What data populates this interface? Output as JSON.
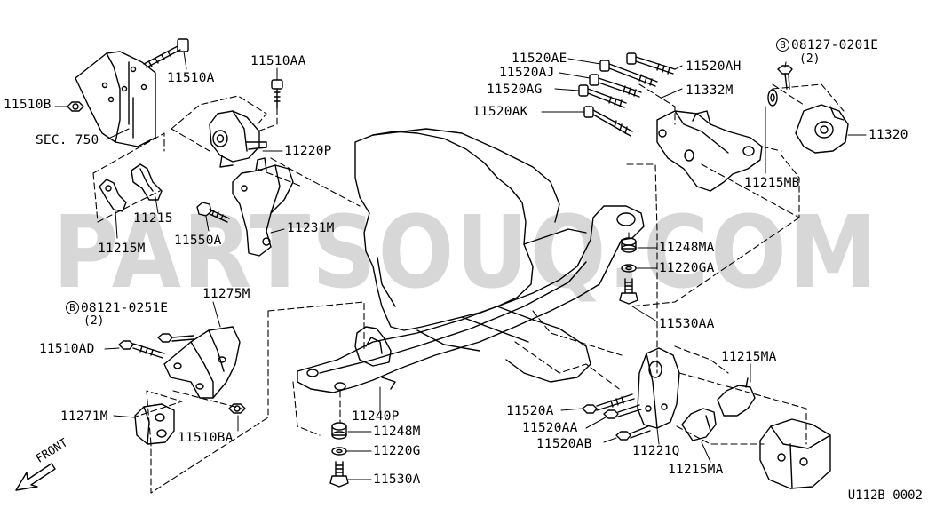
{
  "watermark": "PARTSOUQ.COM",
  "drawing_code": "U112B 0002",
  "front_label": "FRONT",
  "colors": {
    "line": "#000000",
    "watermark": "#a0a0a0",
    "background": "#ffffff"
  },
  "callouts": {
    "c11510B": "11510B",
    "c11510A": "11510A",
    "cSEC750": "SEC. 750",
    "c11510AA": "11510AA",
    "c11220P": "11220P",
    "c11215": "11215",
    "c11215M": "11215M",
    "c11550A": "11550A",
    "c11231M": "11231M",
    "c11520AE": "11520AE",
    "c11520AJ": "11520AJ",
    "c11520AG": "11520AG",
    "c11520AK": "11520AK",
    "c11520AH": "11520AH",
    "c11332M": "11332M",
    "c08127": "08127-0201E",
    "c08127qty": "(2)",
    "c11320": "11320",
    "c11215MB": "11215MB",
    "c11248MA": "11248MA",
    "c11220GA": "11220GA",
    "c11530AA": "11530AA",
    "c08121": "08121-0251E",
    "c08121qty": "(2)",
    "c11275M": "11275M",
    "c11510AD": "11510AD",
    "c11271M": "11271M",
    "c11510BA": "11510BA",
    "c11240P": "11240P",
    "c11248M": "11248M",
    "c11220G": "11220G",
    "c11530A": "11530A",
    "c11215MA_top": "11215MA",
    "c11520A": "11520A",
    "c11520AA": "11520AA",
    "c11520AB": "11520AB",
    "c11221Q": "11221Q",
    "c11215MA_bottom": "11215MA",
    "bolt_marker": "B"
  }
}
